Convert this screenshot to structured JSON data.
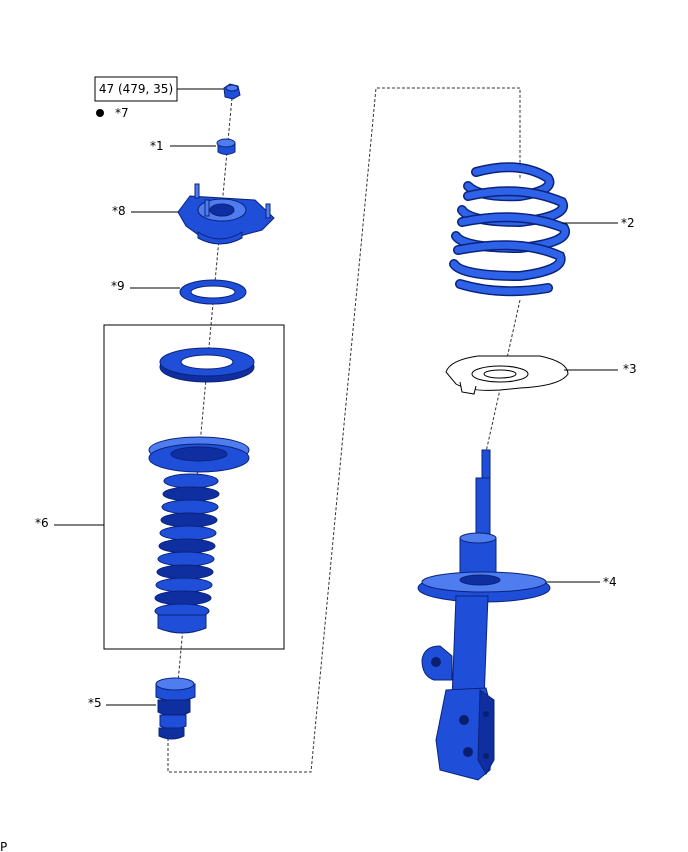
{
  "torque_box": {
    "text": "47 (479, 35)"
  },
  "legend": {
    "bullet_label": "*7"
  },
  "callouts": {
    "c1": "*1",
    "c2": "*2",
    "c3": "*3",
    "c4": "*4",
    "c5": "*5",
    "c6": "*6",
    "c8": "*8",
    "c9": "*9"
  },
  "corner_mark": "P",
  "colors": {
    "part_blue": "#1f4fd8",
    "outline": "#0a237a"
  }
}
